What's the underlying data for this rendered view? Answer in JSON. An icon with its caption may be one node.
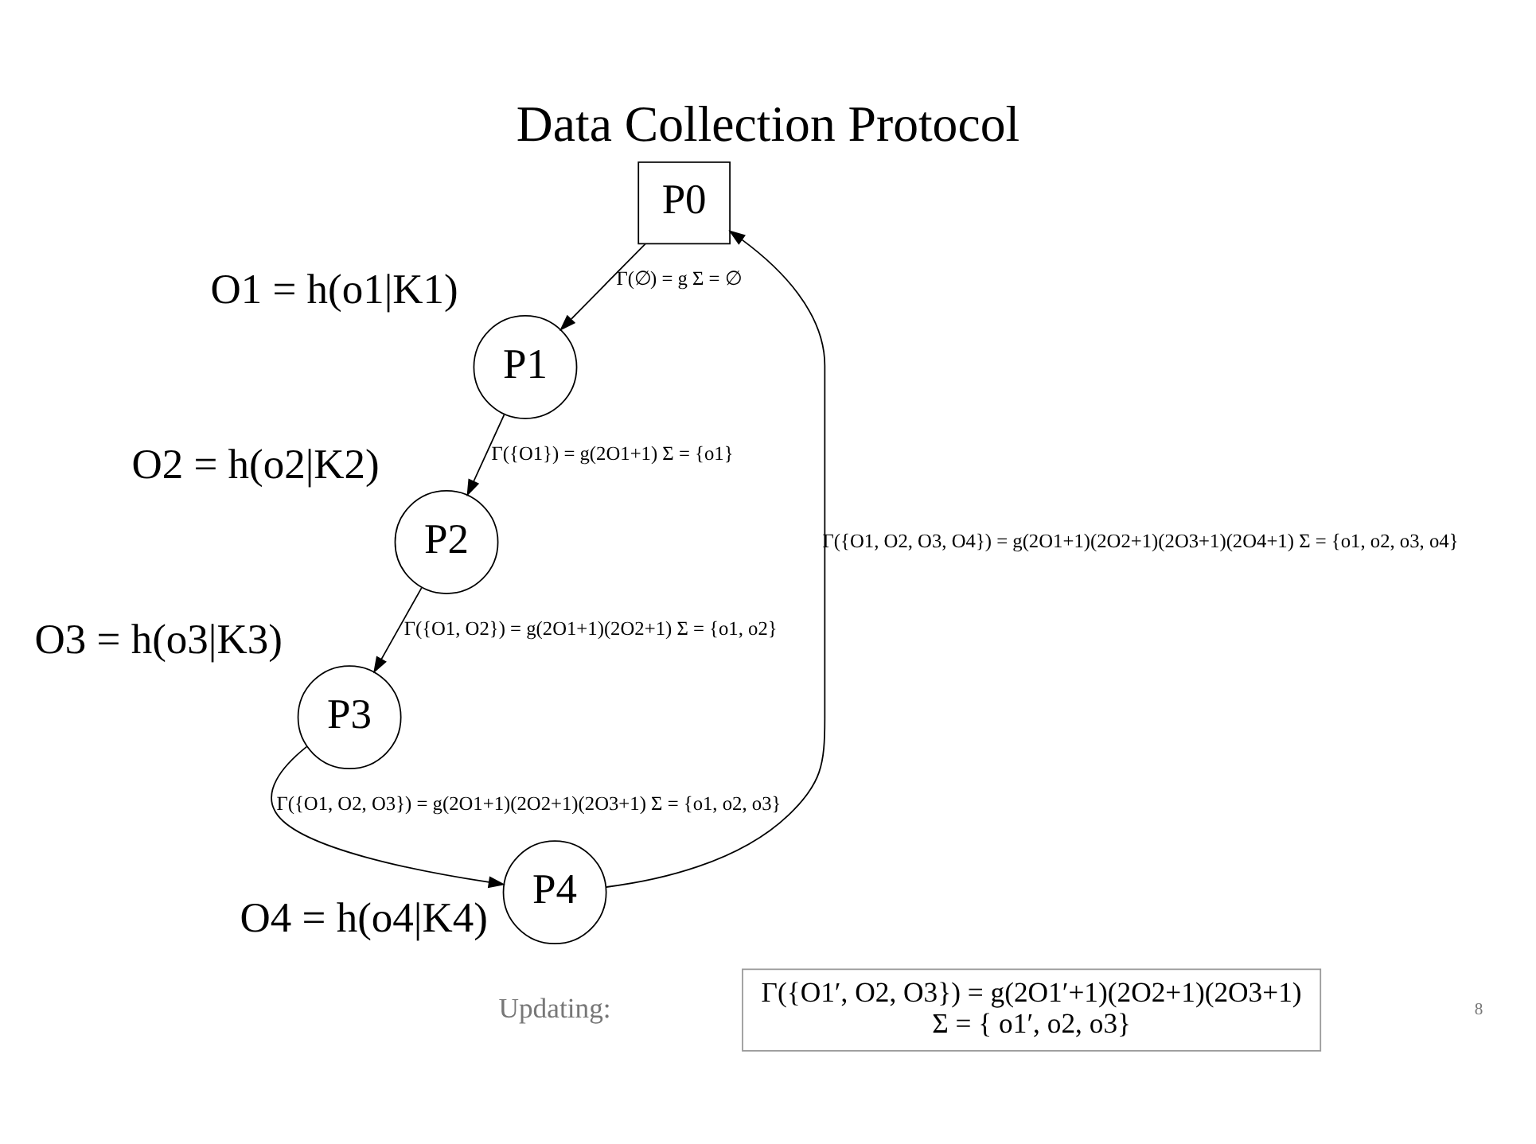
{
  "diagram": {
    "title": "Data Collection Protocol",
    "nodes": [
      {
        "text": [
          "P0"
        ]
      },
      {
        "text": [
          "P1"
        ],
        "beside": [
          "O1 = h(o1|K1)"
        ]
      },
      {
        "text": [
          "P2"
        ],
        "beside": [
          "O2 = h(o2|K2)"
        ]
      },
      {
        "text": [
          "P3"
        ],
        "beside": [
          "O3 = h(o3|K3)"
        ]
      },
      {
        "text": [
          "P4"
        ],
        "beside": [
          "O4 = h(o4|K4)"
        ]
      },
      {
        "text": [
          "Γ({O1′, O2, O3}) = g(2O1′+1)(2O2+1)(2O3+1)",
          "Σ = { o1′, o2, o3}"
        ]
      }
    ],
    "edges": [
      {
        "from": 0,
        "to": 1,
        "arrow": "to",
        "label": "Γ(∅) = g Σ = ∅"
      },
      {
        "from": 1,
        "to": 2,
        "arrow": "to",
        "label": "Γ({O1}) = g(2O1+1) Σ = {o1}"
      },
      {
        "from": 2,
        "to": 3,
        "arrow": "to",
        "label": "Γ({O1, O2}) = g(2O1+1)(2O2+1) Σ = {o1, o2}"
      },
      {
        "from": 3,
        "to": 4,
        "arrow": "to",
        "label": "Γ({O1, O2, O3}) = g(2O1+1)(2O2+1)(2O3+1) Σ = {o1, o2, o3}"
      },
      {
        "from": 4,
        "to": 0,
        "arrow": "to",
        "label": "Γ({O1, O2, O3, O4}) = g(2O1+1)(2O2+1)(2O3+1)(2O4+1) Σ = {o1, o2, o3, o4}"
      }
    ],
    "labels": [
      "Updating:",
      "8"
    ]
  }
}
